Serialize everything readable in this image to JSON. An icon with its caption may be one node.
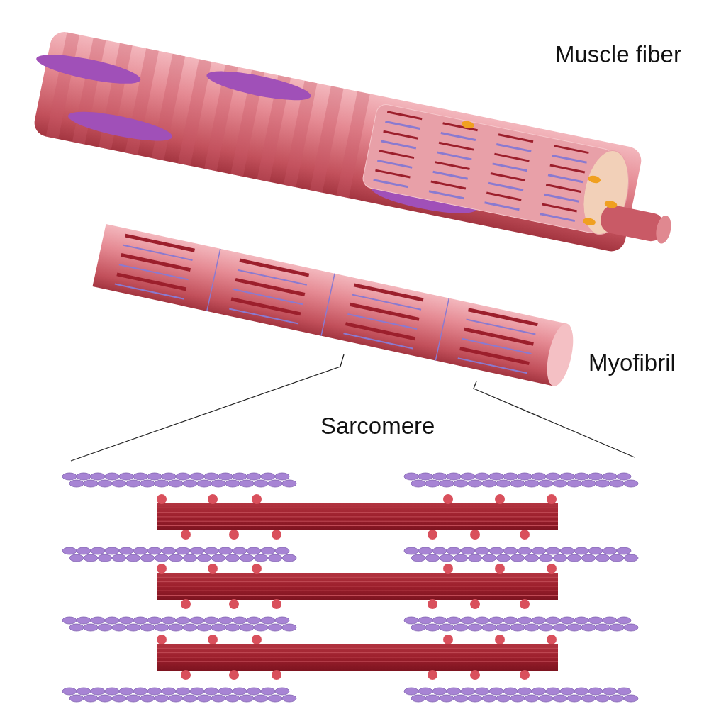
{
  "diagram": {
    "labels": [
      "Muscle fiber",
      "Myofibril",
      "Sarcomere"
    ]
  }
}
